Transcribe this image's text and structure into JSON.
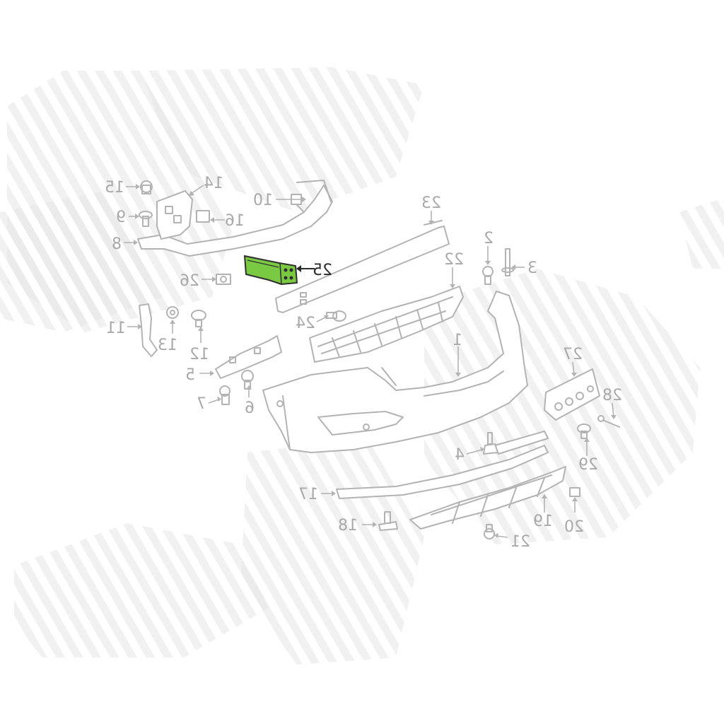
{
  "diagram": {
    "highlight_color": "#7ac943",
    "highlighted_part": "25",
    "callouts": [
      {
        "id": "1",
        "label": "1"
      },
      {
        "id": "2",
        "label": "2"
      },
      {
        "id": "3",
        "label": "3"
      },
      {
        "id": "4",
        "label": "4"
      },
      {
        "id": "5",
        "label": "5"
      },
      {
        "id": "6",
        "label": "6"
      },
      {
        "id": "7",
        "label": "7"
      },
      {
        "id": "8",
        "label": "8"
      },
      {
        "id": "9",
        "label": "9"
      },
      {
        "id": "10",
        "label": "10"
      },
      {
        "id": "11",
        "label": "11"
      },
      {
        "id": "12",
        "label": "12"
      },
      {
        "id": "13",
        "label": "13"
      },
      {
        "id": "14",
        "label": "14"
      },
      {
        "id": "15",
        "label": "15"
      },
      {
        "id": "16",
        "label": "16"
      },
      {
        "id": "17",
        "label": "17"
      },
      {
        "id": "18",
        "label": "18"
      },
      {
        "id": "19",
        "label": "19"
      },
      {
        "id": "20",
        "label": "20"
      },
      {
        "id": "21",
        "label": "21"
      },
      {
        "id": "22",
        "label": "22"
      },
      {
        "id": "23",
        "label": "23"
      },
      {
        "id": "24",
        "label": "24"
      },
      {
        "id": "25",
        "label": "25"
      },
      {
        "id": "26",
        "label": "26"
      },
      {
        "id": "27",
        "label": "27"
      },
      {
        "id": "28",
        "label": "28"
      },
      {
        "id": "29",
        "label": "29"
      }
    ]
  }
}
